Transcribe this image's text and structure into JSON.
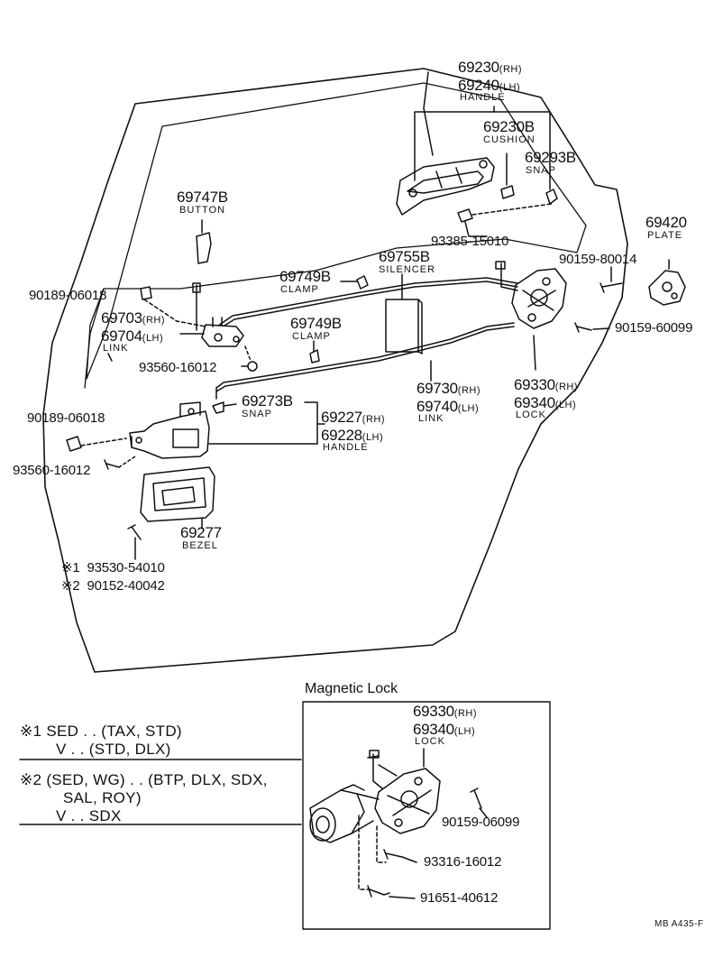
{
  "parts": {
    "handle_outer_rh": {
      "num": "69230",
      "sfx": "(RH)"
    },
    "handle_outer_lh": {
      "num": "69240",
      "sfx": "(LH)"
    },
    "handle_outer_cap": "HANDLE",
    "cushion": {
      "num": "69230B",
      "cap": "CUSHION"
    },
    "snap_upper": {
      "num": "69293B",
      "cap": "SNAP"
    },
    "screw_upper": "93385-15010",
    "plate": {
      "num": "69420",
      "cap": "PLATE"
    },
    "bolt_plate": "90159-80014",
    "bolt_lock": "90159-60099",
    "button": {
      "num": "69747B",
      "cap": "BUTTON"
    },
    "silencer": {
      "num": "69755B",
      "cap": "SILENCER"
    },
    "clamp_a": {
      "num": "69749B",
      "cap": "CLAMP"
    },
    "clamp_b": {
      "num": "69749B",
      "cap": "CLAMP"
    },
    "clip_a": "90189-06018",
    "link_front_rh": {
      "num": "69703",
      "sfx": "(RH)"
    },
    "link_front_lh": {
      "num": "69704",
      "sfx": "(LH)"
    },
    "link_front_cap": "LINK",
    "nut_a": "93560-16012",
    "link_rear_rh": {
      "num": "69730",
      "sfx": "(RH)"
    },
    "link_rear_lh": {
      "num": "69740",
      "sfx": "(LH)"
    },
    "link_rear_cap": "LINK",
    "lock_rh": {
      "num": "69330",
      "sfx": "(RH)"
    },
    "lock_lh": {
      "num": "69340",
      "sfx": "(LH)"
    },
    "lock_cap": "LOCK",
    "snap_inner": {
      "num": "69273B",
      "cap": "SNAP"
    },
    "handle_inner_rh": {
      "num": "69227",
      "sfx": "(RH)"
    },
    "handle_inner_lh": {
      "num": "69228",
      "sfx": "(LH)"
    },
    "handle_inner_cap": "HANDLE",
    "clip_b": "90189-06018",
    "nut_b": "93560-16012",
    "bezel": {
      "num": "69277",
      "cap": "BEZEL"
    },
    "screw_note1": {
      "mark": "※1",
      "num": "93530-54010"
    },
    "screw_note2": {
      "mark": "※2",
      "num": "90152-40042"
    }
  },
  "notes": {
    "n1_line1": "※1  SED . . (TAX, STD)",
    "n1_line2": "V . . (STD, DLX)",
    "n2_line1": "※2  (SED, WG) . . (BTP, DLX, SDX,",
    "n2_line2": "SAL, ROY)",
    "n2_line3": "V . . SDX"
  },
  "magnetic": {
    "title": "Magnetic Lock",
    "lock_rh": {
      "num": "69330",
      "sfx": "(RH)"
    },
    "lock_lh": {
      "num": "69340",
      "sfx": "(LH)"
    },
    "lock_cap": "LOCK",
    "bolt": "90159-06099",
    "screw_a": "93316-16012",
    "screw_b": "91651-40612"
  },
  "code": "MB  A435-F"
}
